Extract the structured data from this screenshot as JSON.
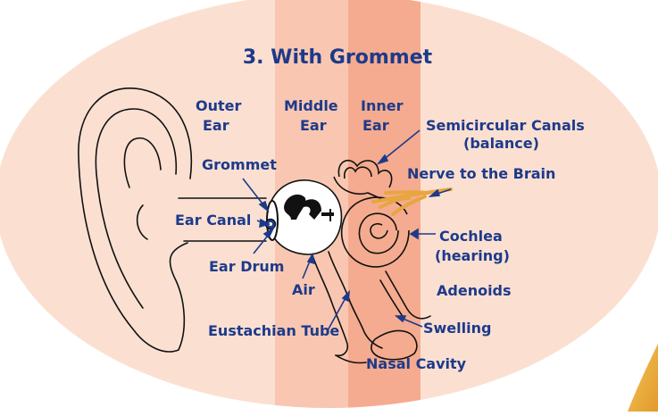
{
  "title": "3. With Grommet",
  "regions": {
    "outer": [
      "Outer",
      "Ear"
    ],
    "middle": [
      "Middle",
      "Ear"
    ],
    "inner": [
      "Inner",
      "Ear"
    ]
  },
  "labels": {
    "semicircular": [
      "Semicircular Canals",
      "(balance)"
    ],
    "nerve": "Nerve to the Brain",
    "grommet": "Grommet",
    "ear_canal": "Ear Canal",
    "ear_drum": "Ear Drum",
    "cochlea": [
      "Cochlea",
      "(hearing)"
    ],
    "air": "Air",
    "adenoids": "Adenoids",
    "eustachian": "Eustachian Tube",
    "swelling": "Swelling",
    "nasal": "Nasal Cavity"
  },
  "colors": {
    "oval": "#fbe0d2",
    "middle_band": "#f9c7b1",
    "inner_band": "#f5ab8f",
    "text": "#1d3a8a",
    "line": "#111111",
    "nerve": "#e7a640"
  }
}
